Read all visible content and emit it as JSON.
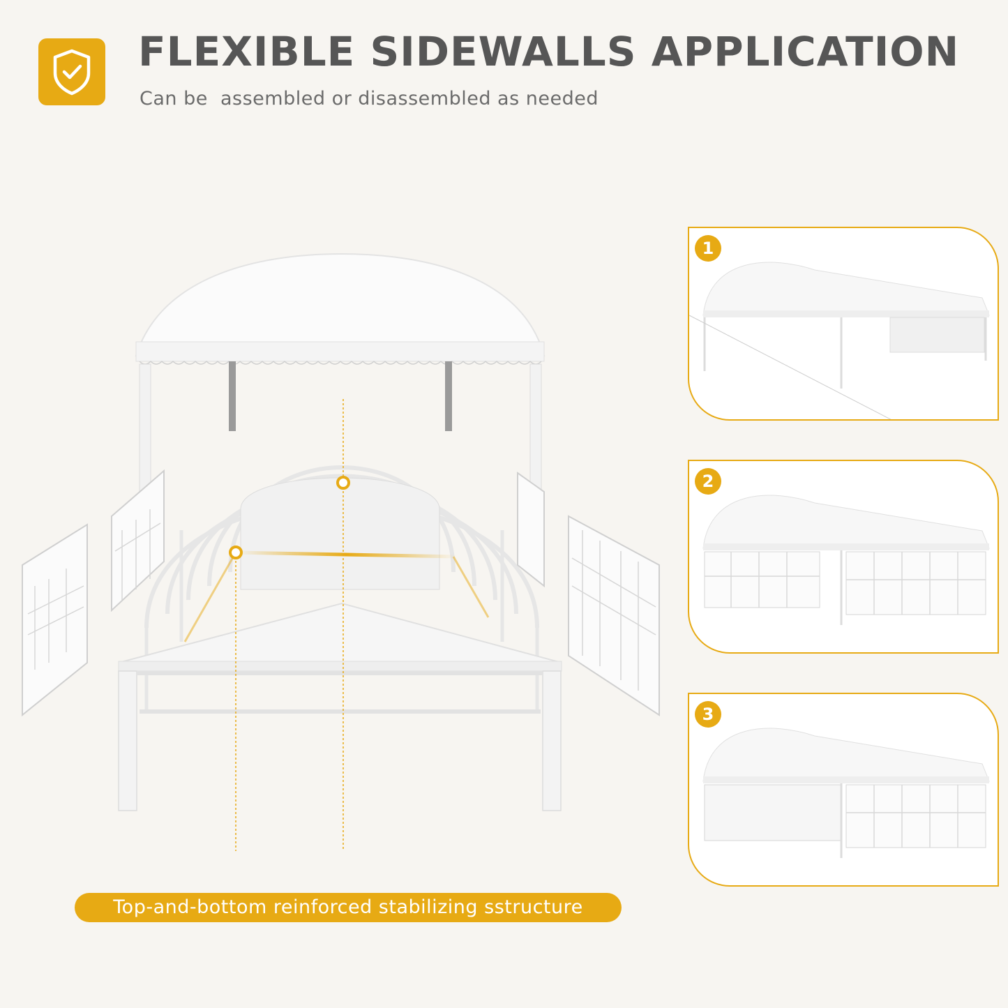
{
  "header": {
    "title": "FLEXIBLE SIDEWALLS APPLICATION",
    "subtitle": "Can be  assembled or disassembled as needed",
    "icon": "shield-check-icon"
  },
  "caption": "Top-and-bottom reinforced stabilizing sstructure",
  "steps": [
    {
      "number": "1"
    },
    {
      "number": "2"
    },
    {
      "number": "3"
    }
  ],
  "colors": {
    "accent": "#e7aa14",
    "background": "#f7f5f1",
    "title": "#565656"
  }
}
